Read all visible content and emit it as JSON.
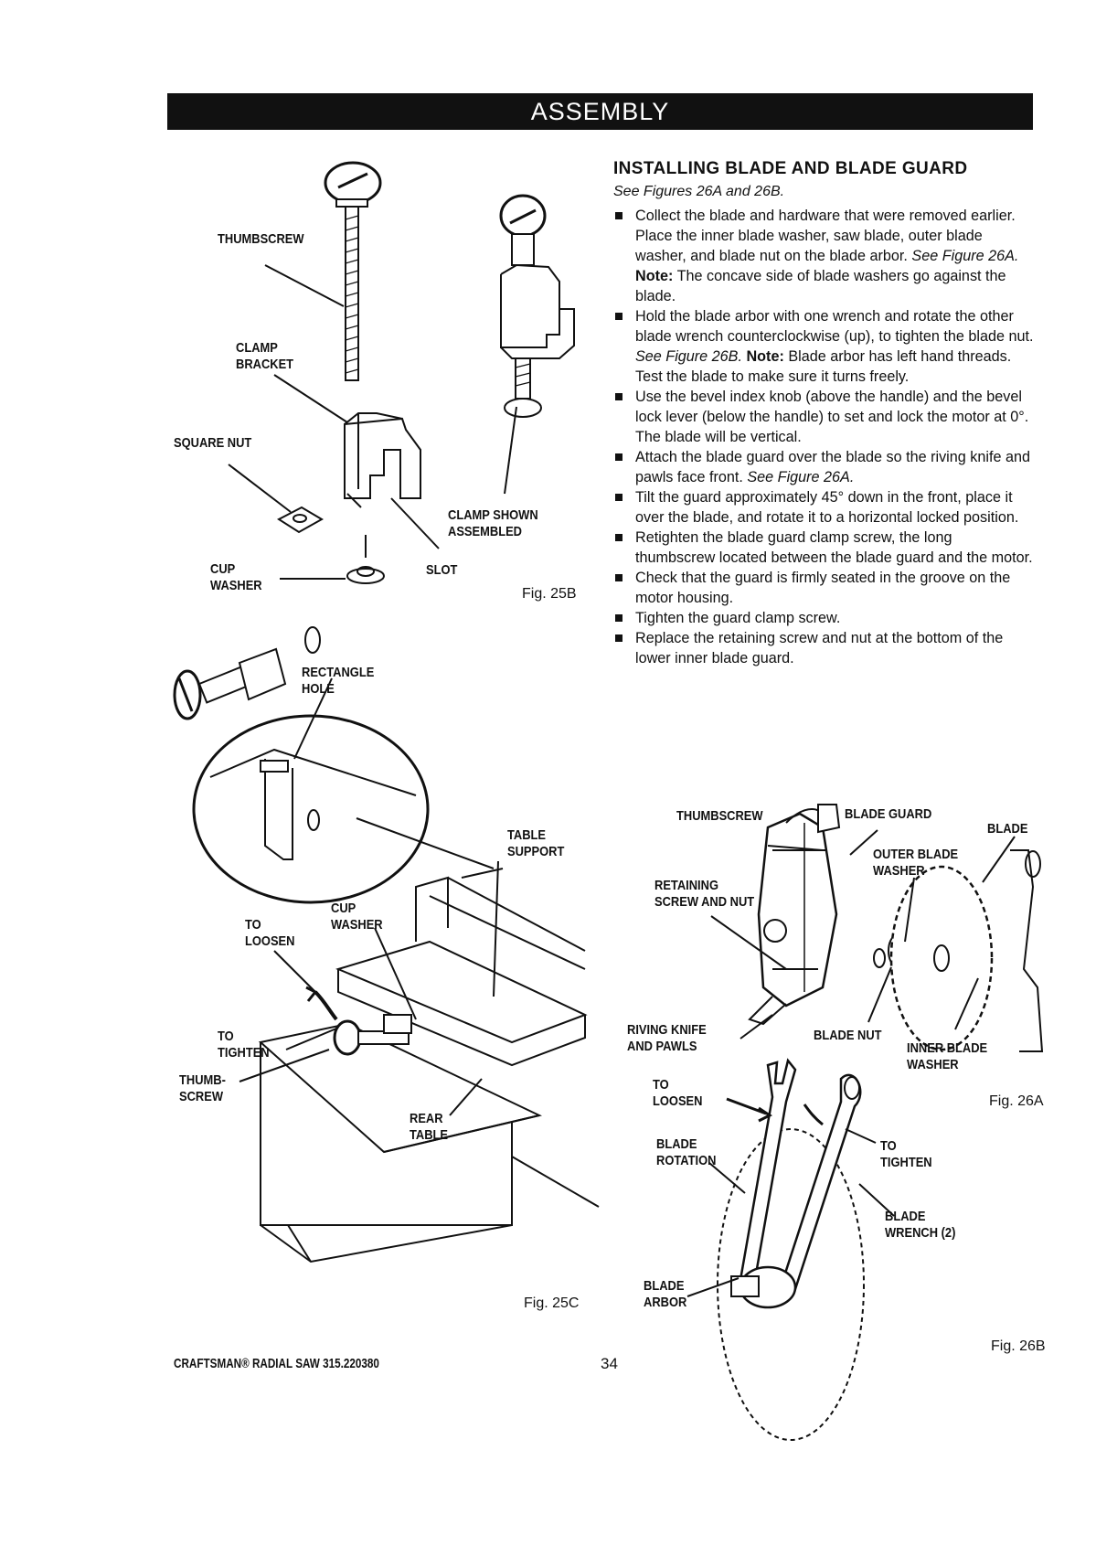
{
  "header": {
    "title": "ASSEMBLY"
  },
  "section": {
    "title": "INSTALLING BLADE AND BLADE GUARD",
    "see_figures": "See Figures 26A and 26B.",
    "steps": [
      {
        "text_a": "Collect the blade and hardware that were removed earlier. Place the inner blade washer, saw blade, outer blade washer, and blade nut on the blade arbor. ",
        "ref": "See Figure 26A.",
        "note": " Note:",
        "text_b": " The concave side of blade washers go against the blade."
      },
      {
        "text_a": "Hold the blade arbor with one wrench and rotate the other blade wrench counterclockwise (up), to tighten the blade nut. ",
        "ref": "See Figure 26B.",
        "note": " Note:",
        "text_b": " Blade arbor has left hand threads. Test the blade to make sure it turns freely."
      },
      {
        "text_a": "Use the bevel index knob (above the handle) and the bevel lock lever (below the handle) to set and lock the motor at 0°. The blade will be vertical."
      },
      {
        "text_a": "Attach the blade guard over the blade so the riving knife and pawls face front. ",
        "ref": "See Figure 26A."
      },
      {
        "text_a": "Tilt the guard approximately 45° down in the front, place it over the blade, and rotate it to a horizontal locked position."
      },
      {
        "text_a": "Retighten the blade guard clamp screw, the long thumbscrew located between the blade guard and the motor."
      },
      {
        "text_a": "Check that the guard is firmly seated in the groove on the motor housing."
      },
      {
        "text_a": "Tighten the guard clamp screw."
      },
      {
        "text_a": "Replace the retaining screw and nut at the bottom of the lower inner blade guard."
      }
    ]
  },
  "fig25b": {
    "caption": "Fig. 25B",
    "labels": {
      "thumbscrew": "THUMBSCREW",
      "clamp_bracket": "CLAMP\nBRACKET",
      "square_nut": "SQUARE NUT",
      "clamp_shown": "CLAMP SHOWN\nASSEMBLED",
      "cup_washer": "CUP\nWASHER",
      "slot": "SLOT"
    }
  },
  "fig25c": {
    "caption": "Fig. 25C",
    "labels": {
      "rectangle_hole": "RECTANGLE\nHOLE",
      "table_support": "TABLE\nSUPPORT",
      "cup_washer": "CUP\nWASHER",
      "to_loosen": "TO\nLOOSEN",
      "to_tighten": "TO\nTIGHTEN",
      "thumb_screw": "THUMB-\nSCREW",
      "rear_table": "REAR\nTABLE"
    }
  },
  "fig26a": {
    "caption": "Fig. 26A",
    "labels": {
      "thumbscrew": "THUMBSCREW",
      "blade_guard": "BLADE GUARD",
      "blade": "BLADE",
      "outer_blade_washer": "OUTER BLADE\nWASHER",
      "retaining_screw": "RETAINING\nSCREW AND NUT",
      "riving_knife": "RIVING KNIFE\nAND PAWLS",
      "blade_nut": "BLADE NUT",
      "inner_blade_washer": "INNER BLADE\nWASHER"
    }
  },
  "fig26b": {
    "caption": "Fig. 26B",
    "labels": {
      "to_loosen": "TO\nLOOSEN",
      "blade_rotation": "BLADE\nROTATION",
      "to_tighten": "TO\nTIGHTEN",
      "blade_wrench": "BLADE\nWRENCH (2)",
      "blade_arbor": "BLADE\nARBOR"
    }
  },
  "footer": {
    "brand": "CRAFTSMAN® RADIAL SAW 315.220380",
    "page_number": "34"
  }
}
